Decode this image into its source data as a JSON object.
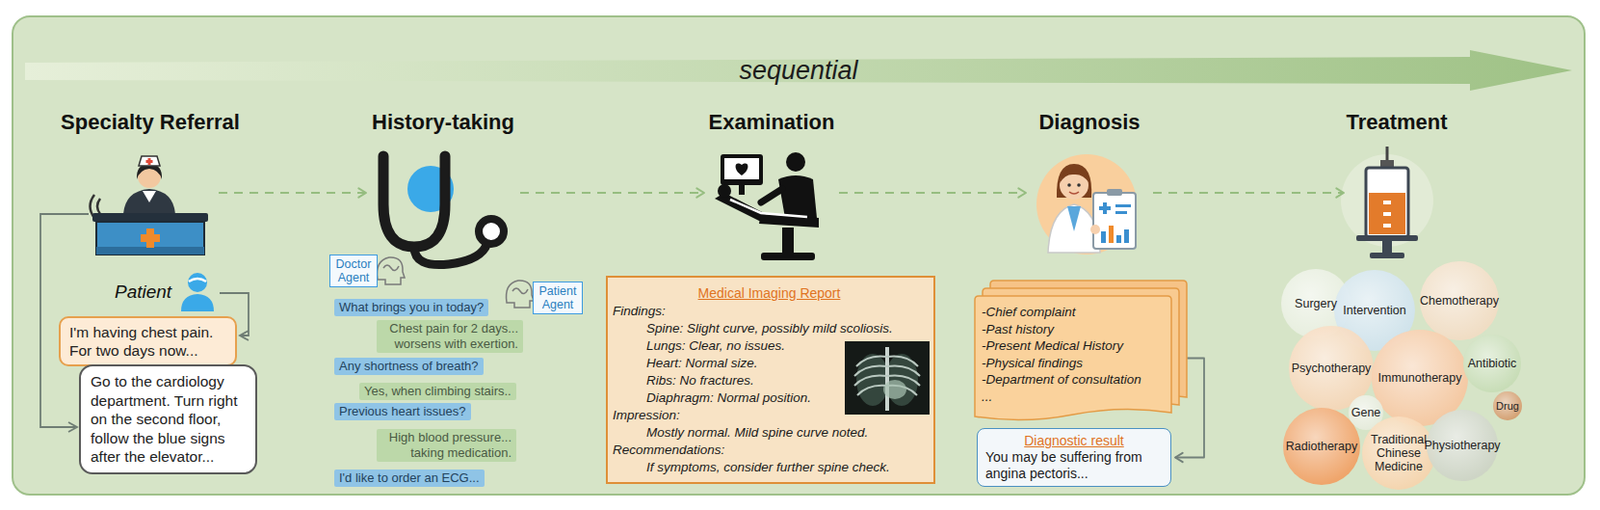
{
  "diagram": {
    "nodes": [
      {
        "text": [
          "sequential"
        ]
      },
      {
        "text": [
          "Specialty Referral"
        ]
      },
      {
        "text": [
          "History-taking"
        ]
      },
      {
        "text": [
          "Examination"
        ]
      },
      {
        "text": [
          "Diagnosis"
        ]
      },
      {
        "text": [
          "Treatment"
        ]
      },
      {
        "text": [
          "I'm having chest pain. For two days now..."
        ]
      },
      {
        "text": [
          "Go to the cardiology department. Turn right on the second floor, follow the blue signs after the elevator..."
        ]
      },
      {
        "text": [
          "Doctor Agent"
        ]
      },
      {
        "text": [
          "Patient Agent"
        ]
      },
      {
        "text": [
          "What brings you in today?"
        ]
      },
      {
        "text": [
          "Chest pain for 2 days... worsens with exertion."
        ]
      },
      {
        "text": [
          "Any shortness of breath?"
        ]
      },
      {
        "text": [
          "Yes, when climbing stairs.."
        ]
      },
      {
        "text": [
          "Previous heart issues?"
        ]
      },
      {
        "text": [
          "High blood pressure... taking medication."
        ]
      },
      {
        "text": [
          "I'd like to order an ECG..."
        ]
      },
      {
        "text": [
          "Medical Imaging Report",
          "Findings:",
          "Spine: Slight curve, possibly mild scoliosis.",
          "Lungs: Clear, no issues.",
          "Heart: Normal size.",
          "Ribs: No fractures.",
          "Diaphragm: Normal position.",
          "Impression:",
          "Mostly normal. Mild spine curve noted.",
          "Recommendations:",
          "If symptoms, consider further spine check."
        ]
      },
      {
        "text": [
          "-Chief complaint",
          "-Past history",
          "-Present Medical History",
          "-Physical findings",
          "-Department of consultation",
          "..."
        ]
      },
      {
        "text": [
          "Diagnostic result",
          "You may be suffering from angina pectoris..."
        ]
      },
      {
        "text": [
          "Surgery"
        ]
      },
      {
        "text": [
          "Intervention"
        ]
      },
      {
        "text": [
          "Chemotherapy"
        ]
      },
      {
        "text": [
          "Psychotherapy"
        ]
      },
      {
        "text": [
          "Immunotherapy"
        ]
      },
      {
        "text": [
          "Antibiotic"
        ]
      },
      {
        "text": [
          "Gene"
        ]
      },
      {
        "text": [
          "Drug"
        ]
      },
      {
        "text": [
          "Radiotherapy"
        ]
      },
      {
        "text": [
          "Traditional Chinese Medicine"
        ]
      },
      {
        "text": [
          "Physiotherapy"
        ]
      }
    ],
    "edges": [
      {
        "from": 1,
        "to": 2,
        "arrow": "to"
      },
      {
        "from": 2,
        "to": 3,
        "arrow": "to"
      },
      {
        "from": 3,
        "to": 4,
        "arrow": "to"
      },
      {
        "from": 4,
        "to": 5,
        "arrow": "to"
      },
      {
        "from": 18,
        "to": 19,
        "arrow": "to"
      }
    ],
    "labels": [
      "Patient"
    ]
  }
}
